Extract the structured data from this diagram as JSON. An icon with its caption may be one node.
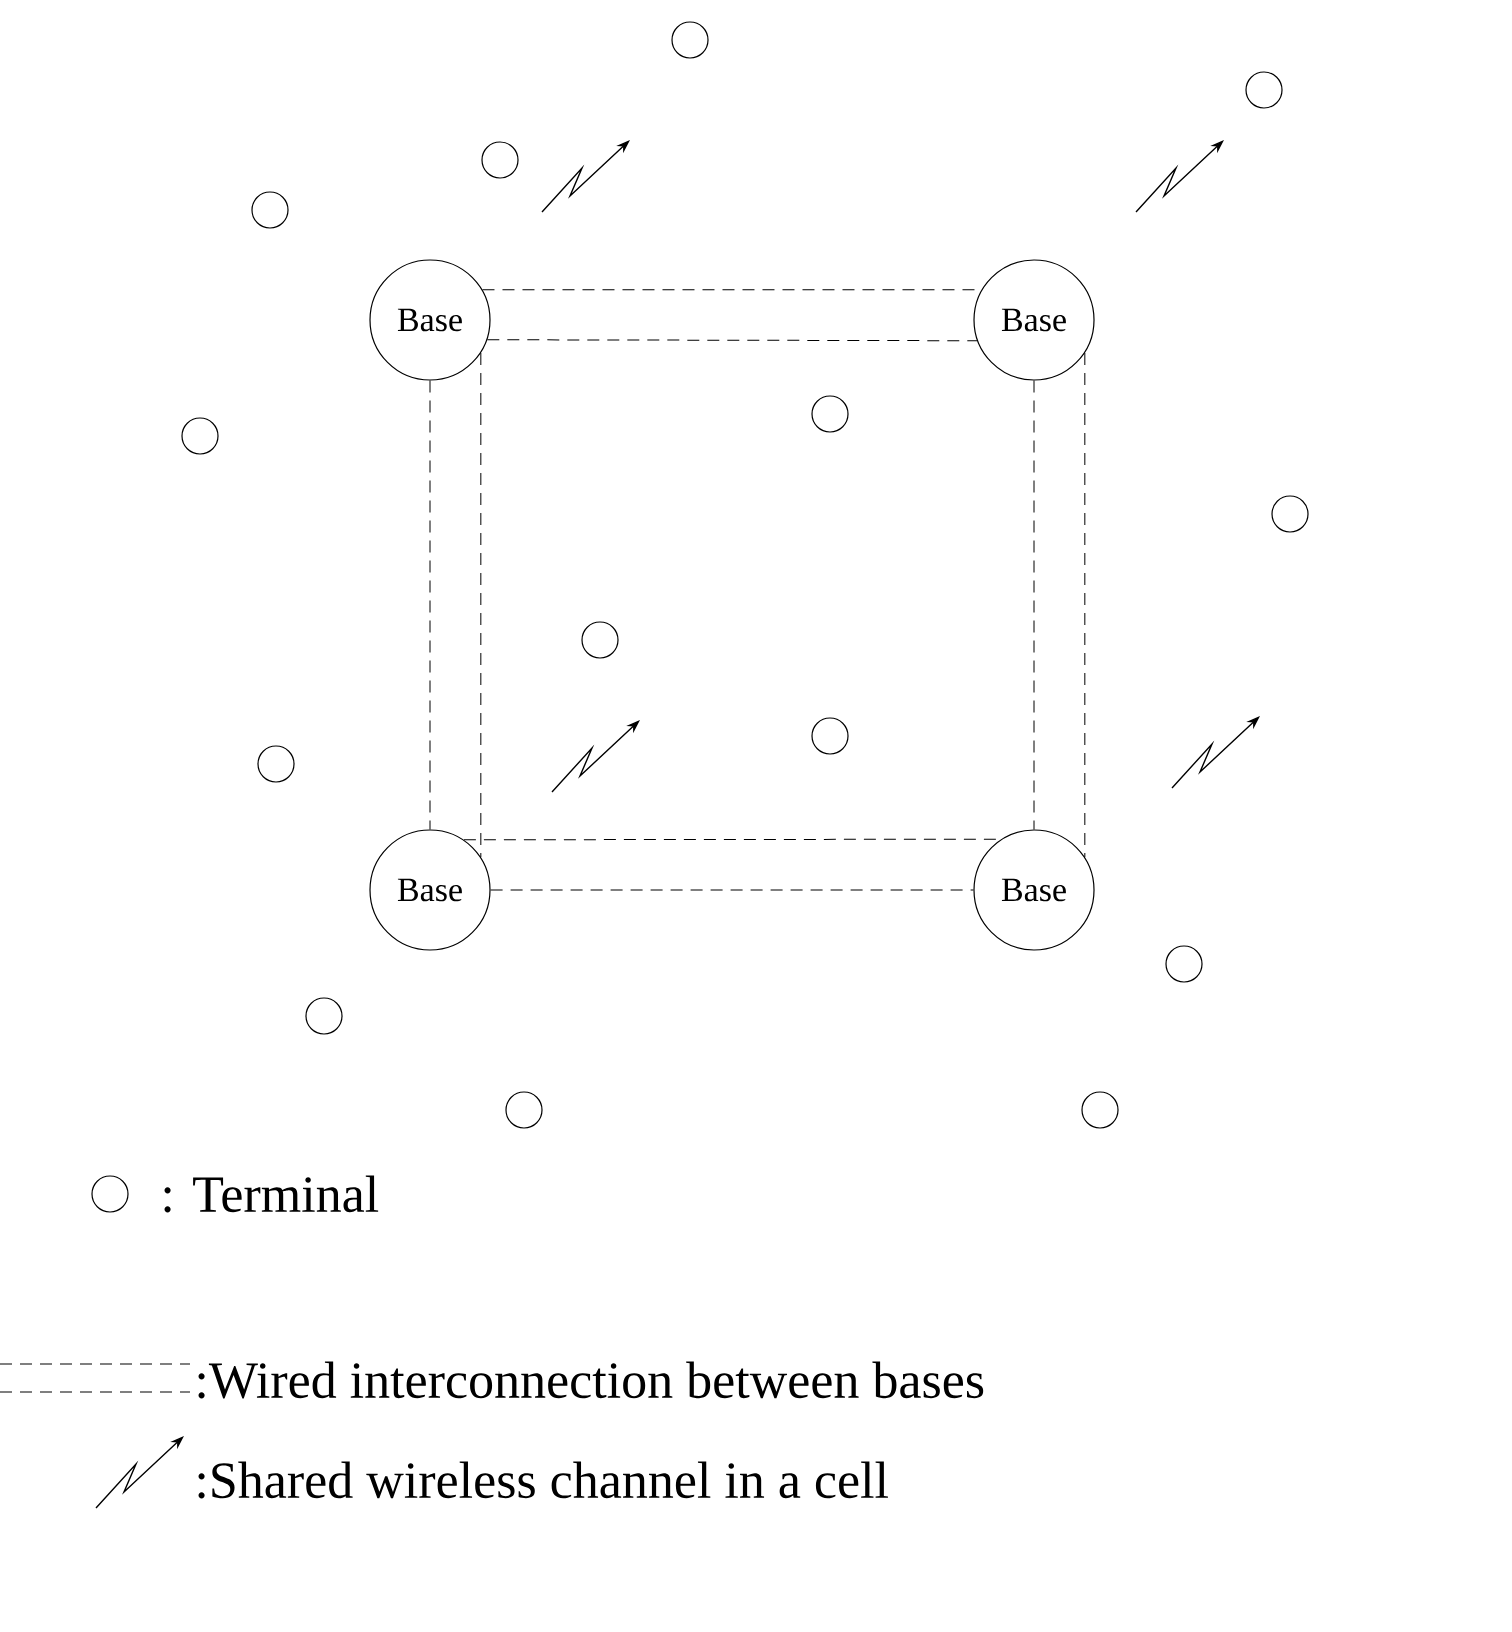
{
  "diagram": {
    "nodes": [
      {
        "text": [],
        "shape": "circle"
      },
      {
        "text": [],
        "shape": "circle"
      },
      {
        "text": [],
        "shape": "circle"
      },
      {
        "text": [],
        "shape": "circle"
      },
      {
        "text": [
          "Base"
        ]
      },
      {
        "text": [
          "Base"
        ]
      },
      {
        "text": [],
        "shape": "circle"
      },
      {
        "text": [],
        "shape": "circle"
      },
      {
        "text": [],
        "shape": "circle"
      },
      {
        "text": [],
        "shape": "circle"
      },
      {
        "text": [],
        "shape": "circle"
      },
      {
        "text": [],
        "shape": "circle"
      },
      {
        "text": [
          "Base"
        ]
      },
      {
        "text": [
          "Base"
        ]
      },
      {
        "text": [],
        "shape": "circle"
      },
      {
        "text": [],
        "shape": "circle"
      },
      {
        "text": [],
        "shape": "circle"
      },
      {
        "text": [],
        "shape": "circle"
      },
      {
        "text": [],
        "shape": "circle"
      }
    ],
    "edges": [
      {
        "from": 4,
        "to": 5,
        "arrow": "none",
        "style": "dashed"
      },
      {
        "from": 4,
        "to": 5,
        "arrow": "none",
        "style": "dashed"
      },
      {
        "from": 4,
        "to": 12,
        "arrow": "none",
        "style": "dashed"
      },
      {
        "from": 4,
        "to": 12,
        "arrow": "none",
        "style": "dashed"
      },
      {
        "from": 5,
        "to": 13,
        "arrow": "none",
        "style": "dashed"
      },
      {
        "from": 5,
        "to": 13,
        "arrow": "none",
        "style": "dashed"
      },
      {
        "from": 12,
        "to": 13,
        "arrow": "none",
        "style": "dashed"
      },
      {
        "from": 12,
        "to": 13,
        "arrow": "none",
        "style": "dashed"
      }
    ],
    "legend": [
      {
        "text": ": Terminal"
      },
      {
        "text": ":Wired interconnection between bases"
      },
      {
        "text": ":Shared wireless channel in a cell"
      }
    ]
  }
}
